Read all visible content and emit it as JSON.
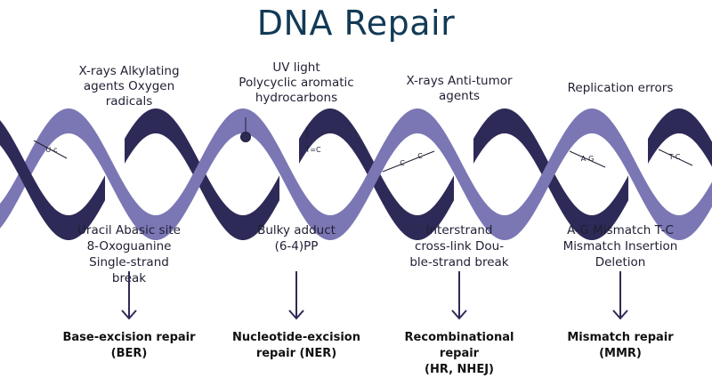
{
  "title": "DNA Repair",
  "colors": {
    "title": "#123a56",
    "strand_dark": "#2e2a57",
    "strand_light": "#7b77b4"
  },
  "columns": [
    {
      "agents": [
        "X-rays Alkylating",
        "agents Oxygen",
        "radicals"
      ],
      "damage": [
        "Uracil Abasic site",
        "8-Oxoguanine",
        "Single-strand",
        "break"
      ],
      "pathway": [
        "Base-excision repair",
        "(BER)"
      ]
    },
    {
      "agents": [
        "UV light",
        "Polycyclic aromatic",
        "hydrocarbons"
      ],
      "damage": [
        "Bulky adduct",
        "(6-4)PP"
      ],
      "pathway": [
        "Nucleotide-excision",
        "repair (NER)"
      ]
    },
    {
      "agents": [
        "X-rays Anti-tumor",
        "agents"
      ],
      "damage": [
        "Interstrand",
        "cross-link Dou-",
        "ble-strand break"
      ],
      "pathway": [
        "Recombinational repair",
        "(HR, NHEJ)"
      ]
    },
    {
      "agents": [
        "Replication errors"
      ],
      "damage": [
        "A-G Mismatch T-C",
        "Mismatch Insertion",
        "Deletion"
      ],
      "pathway": [
        "Mismatch repair",
        "(MMR)"
      ]
    }
  ],
  "helix_labels": {
    "uc": "U-c",
    "tc_dimer": "T=C",
    "crosslink_left": "C",
    "crosslink_right": "C",
    "ag": "A-G",
    "tc": "T-C"
  }
}
